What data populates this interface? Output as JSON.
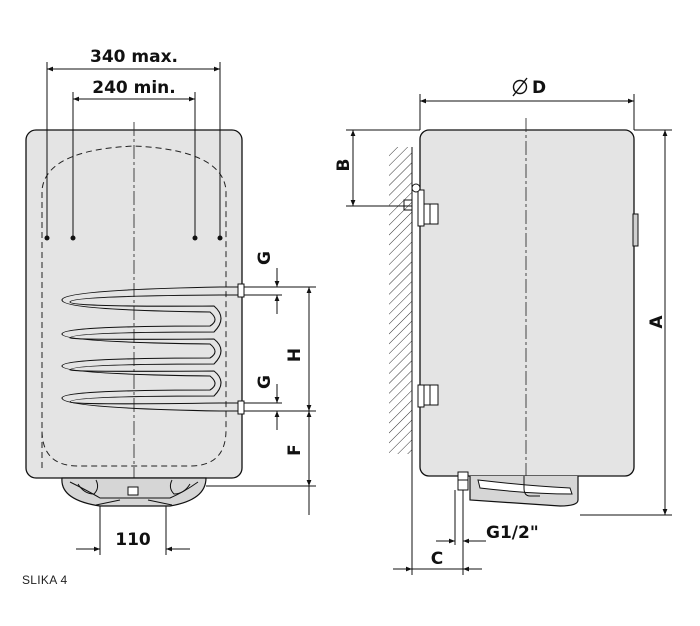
{
  "labels": {
    "width_max": "340 max.",
    "width_min": "240 min.",
    "diameter": "D",
    "dim_a": "A",
    "dim_b": "B",
    "dim_c": "C",
    "dim_f": "F",
    "dim_g_top": "G",
    "dim_g_bottom": "G",
    "dim_h": "H",
    "dim_110": "110",
    "thread": "G1/2\""
  },
  "caption": "SLIKA 4",
  "colors": {
    "line": "#111111",
    "body_fill": "#e4e4e4"
  }
}
